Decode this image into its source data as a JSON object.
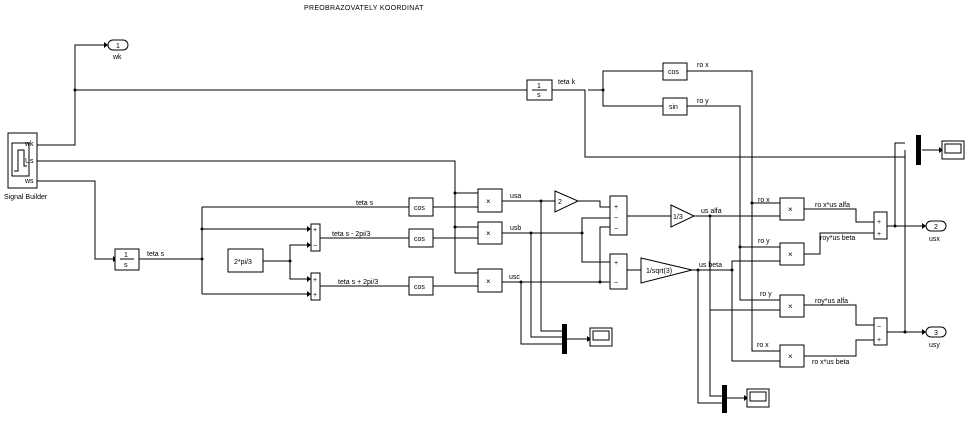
{
  "title": "PREOBRAZOVATELY   KOORDINAT",
  "signal_builder": {
    "name": "Signal Builder",
    "ports": [
      "wk",
      "Us",
      "ws"
    ]
  },
  "integrators": [
    {
      "id": "int_teta_k",
      "num": "1",
      "den": "s",
      "output_label": "teta k"
    },
    {
      "id": "int_teta_s",
      "num": "1",
      "den": "s",
      "output_label": "teta s"
    }
  ],
  "constants": {
    "two_pi_3": "2*pi/3"
  },
  "trig_blocks": [
    "cos",
    "sin",
    "cos",
    "cos",
    "cos"
  ],
  "gains": {
    "two": "2",
    "one_third": "1/3",
    "inv_sqrt3": "1/sqrt(3)"
  },
  "signal_labels": {
    "teta_s": "teta s",
    "teta_s_minus": "teta s - 2pi/3",
    "teta_s_plus": "teta s + 2pi/3",
    "usa": "usa",
    "usb": "usb",
    "usc": "usc",
    "us_alfa": "us alfa",
    "us_beta": "us beta",
    "ro_x": "ro x",
    "ro_y": "ro y",
    "ro_x_us_alfa": "ro x*us alfa",
    "roy_us_beta": "roy*us beta",
    "roy_us_alfa": "roy*us alfa",
    "ro_x_us_beta": "ro x*us beta"
  },
  "outports": [
    {
      "num": "1",
      "name": "wk"
    },
    {
      "num": "2",
      "name": "usx"
    },
    {
      "num": "3",
      "name": "usy"
    }
  ],
  "symbols": {
    "product": "×",
    "plus": "+",
    "minus": "−"
  }
}
